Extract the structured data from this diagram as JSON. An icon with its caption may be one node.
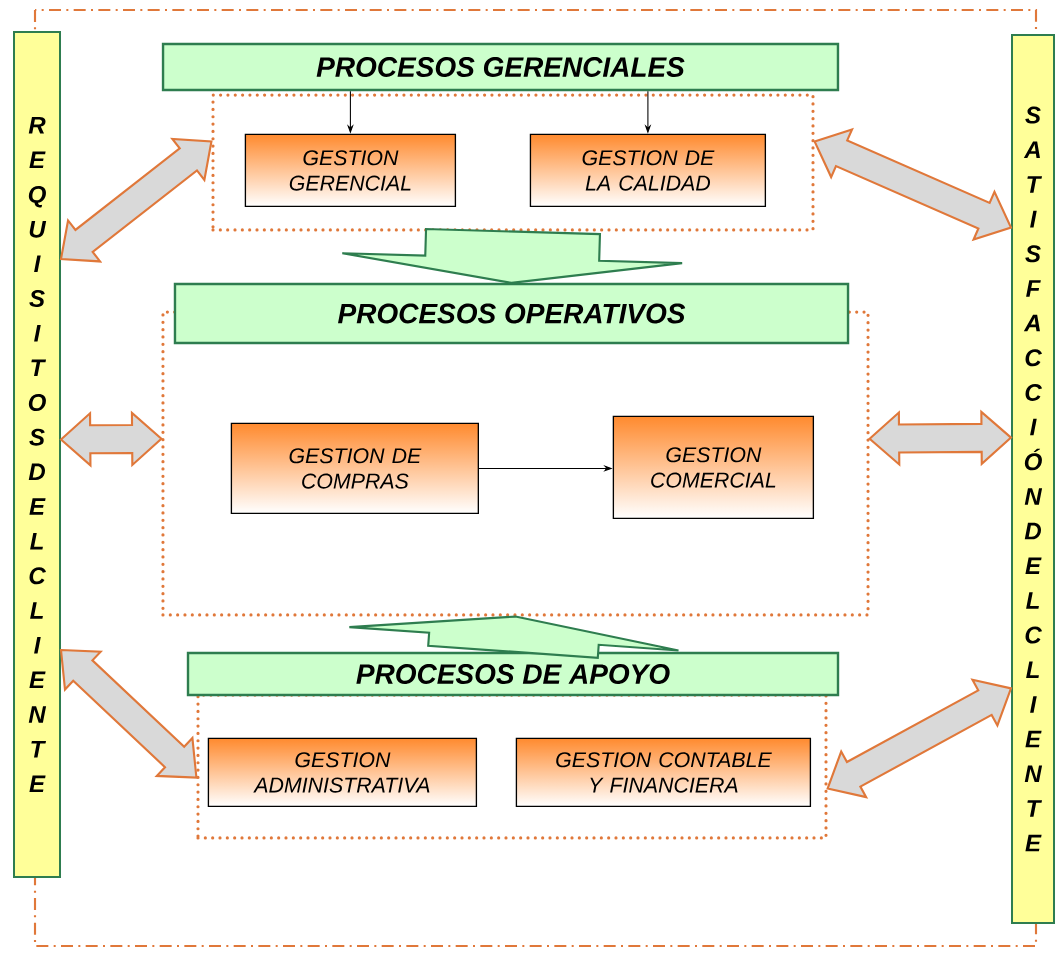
{
  "diagram": {
    "nodes": [
      {
        "text": [
          "REQUISITOS DEL CLIENTE"
        ]
      },
      {
        "text": [
          "PROCESOS GERENCIALES"
        ]
      },
      {
        "text": [],
        "shape": "box"
      },
      {
        "text": [
          "GESTION GERENCIAL"
        ],
        "in": 2
      },
      {
        "text": [
          "GESTION DE LA CALIDAD"
        ],
        "in": 2
      },
      {
        "text": [
          "SATISFACCIÓN DEL CLIENTE"
        ]
      },
      {
        "text": [
          "PROCESOS OPERATIVOS"
        ]
      },
      {
        "text": [],
        "shape": "box"
      },
      {
        "text": [
          "GESTION DE COMPRAS"
        ],
        "in": 7
      },
      {
        "text": [
          "GESTION COMERCIAL"
        ],
        "in": 7
      },
      {
        "text": [
          "PROCESOS DE APOYO"
        ]
      },
      {
        "text": [],
        "shape": "box"
      },
      {
        "text": [
          "GESTION ADMINISTRATIVA"
        ],
        "in": 11
      },
      {
        "text": [
          "GESTION CONTABLE Y FINANCIERA"
        ],
        "in": 11
      }
    ],
    "edges": [
      {
        "from": 1,
        "to": 3,
        "arrow": "to"
      },
      {
        "from": 1,
        "to": 4,
        "arrow": "to"
      },
      {
        "from": 8,
        "to": 9,
        "arrow": "to"
      },
      {
        "from": 2,
        "to": 6,
        "arrow": "to",
        "style": "thick",
        "color": "#ccffcc"
      },
      {
        "from": 10,
        "to": 7,
        "arrow": "to",
        "style": "thick",
        "color": "#ccffcc"
      },
      {
        "from": 0,
        "to": 2,
        "arrow": "both",
        "style": "thick",
        "color": "#d9d9d9"
      },
      {
        "from": 2,
        "to": 5,
        "arrow": "both",
        "style": "thick",
        "color": "#d9d9d9"
      },
      {
        "from": 0,
        "to": 7,
        "arrow": "both",
        "style": "thick",
        "color": "#d9d9d9"
      },
      {
        "from": 7,
        "to": 5,
        "arrow": "both",
        "style": "thick",
        "color": "#d9d9d9"
      },
      {
        "from": 0,
        "to": 11,
        "arrow": "both",
        "style": "thick",
        "color": "#d9d9d9"
      },
      {
        "from": 11,
        "to": 5,
        "arrow": "both",
        "style": "thick",
        "color": "#d9d9d9"
      }
    ]
  }
}
